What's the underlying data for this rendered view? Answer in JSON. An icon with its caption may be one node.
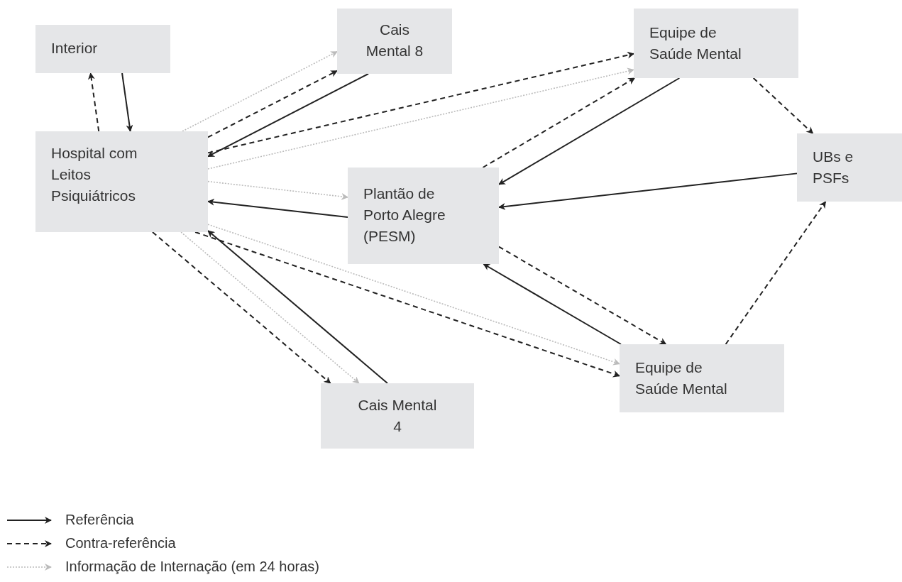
{
  "diagram": {
    "nodes": [
      {
        "text": [
          "Interior"
        ]
      },
      {
        "text": [
          "Cais Mental 8"
        ]
      },
      {
        "text": [
          "Equipe de Saúde Mental"
        ]
      },
      {
        "text": [
          "Hospital com Leitos Psiquiátricos"
        ]
      },
      {
        "text": [
          "Plantão de Porto Alegre (PESM)"
        ]
      },
      {
        "text": [
          "UBs e PSFs"
        ]
      },
      {
        "text": [
          "Equipe de Saúde Mental"
        ]
      },
      {
        "text": [
          "Cais Mental 4"
        ]
      }
    ],
    "edges": [
      {
        "from": 0,
        "to": 3,
        "arrow": "to"
      },
      {
        "from": 3,
        "to": 0,
        "arrow": "to",
        "style": "dashed"
      },
      {
        "from": 1,
        "to": 3,
        "arrow": "to"
      },
      {
        "from": 3,
        "to": 1,
        "arrow": "to",
        "style": "dashed"
      },
      {
        "from": 3,
        "to": 1,
        "arrow": "to",
        "style": "dashed",
        "color": "#bbbbbb"
      },
      {
        "from": 3,
        "to": 2,
        "arrow": "to",
        "style": "dashed",
        "color": "#bbbbbb"
      },
      {
        "from": 3,
        "to": 2,
        "arrow": "to",
        "style": "dashed"
      },
      {
        "from": 3,
        "to": 4,
        "arrow": "to",
        "style": "dashed",
        "color": "#bbbbbb"
      },
      {
        "from": 4,
        "to": 3,
        "arrow": "to"
      },
      {
        "from": 2,
        "to": 4,
        "arrow": "to"
      },
      {
        "from": 4,
        "to": 2,
        "arrow": "to",
        "style": "dashed"
      },
      {
        "from": 2,
        "to": 5,
        "arrow": "to",
        "style": "dashed"
      },
      {
        "from": 5,
        "to": 4,
        "arrow": "to"
      },
      {
        "from": 4,
        "to": 6,
        "arrow": "to",
        "style": "dashed"
      },
      {
        "from": 6,
        "to": 4,
        "arrow": "to"
      },
      {
        "from": 6,
        "to": 5,
        "arrow": "to",
        "style": "dashed"
      },
      {
        "from": 3,
        "to": 6,
        "arrow": "to",
        "style": "dashed",
        "color": "#bbbbbb"
      },
      {
        "from": 3,
        "to": 6,
        "arrow": "to",
        "style": "dashed"
      },
      {
        "from": 3,
        "to": 7,
        "arrow": "to",
        "style": "dashed",
        "color": "#bbbbbb"
      },
      {
        "from": 3,
        "to": 7,
        "arrow": "to",
        "style": "dashed"
      },
      {
        "from": 7,
        "to": 3,
        "arrow": "to"
      }
    ],
    "legend": [
      {
        "text": "Referência"
      },
      {
        "text": "Contra-referência"
      },
      {
        "text": "Informação de Internação (em 24 horas)"
      }
    ]
  }
}
